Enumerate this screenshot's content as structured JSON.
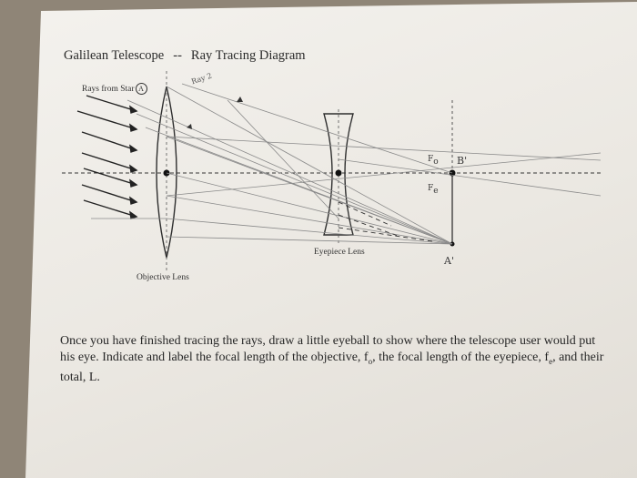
{
  "title": {
    "left": "Galilean Telescope",
    "dash": "--",
    "right": "Ray Tracing Diagram"
  },
  "rays_label": {
    "text": "Rays from Star",
    "circled": "A"
  },
  "handwritten_ray_note": "Ray 2",
  "labels": {
    "focus_objective": "F",
    "focus_objective_sub": "o",
    "focus_eyepiece": "F",
    "focus_eyepiece_sub": "e",
    "image_b": "B'",
    "image_a": "A'",
    "eyepiece_lens": "Eyepiece Lens",
    "objective_lens": "Objective Lens"
  },
  "instructions": {
    "part1": "Once you have finished tracing the rays, draw a little eyeball to show where the telescope user would put his eye. Indicate and label the focal length of the objective, f",
    "sub_o": "o",
    "part2": ", the focal length of the eyepiece, f",
    "sub_e": "e",
    "part3": ", and their total, L."
  }
}
